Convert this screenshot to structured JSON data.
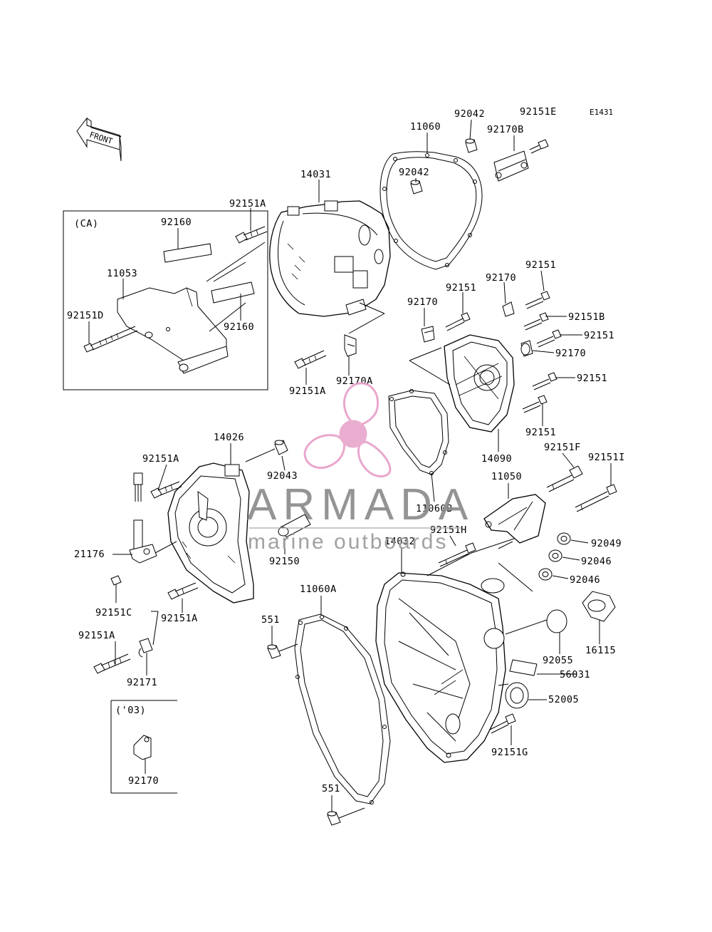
{
  "diagram": {
    "code": "E1431",
    "front_indicator": "FRONT",
    "callout_boxes": [
      {
        "label": "(CA)"
      },
      {
        "label": "('03)"
      }
    ],
    "part_labels": [
      "92042",
      "92151E",
      "11060",
      "92170B",
      "92042",
      "14031",
      "92151A",
      "92160",
      "11053",
      "92151D",
      "92160",
      "92151A",
      "92170A",
      "92151",
      "92170",
      "92151",
      "92170",
      "92151B",
      "92151",
      "92170",
      "92151",
      "92151",
      "14090",
      "14026",
      "92151A",
      "92043",
      "11060B",
      "92151F",
      "92151I",
      "11050",
      "21176",
      "92150",
      "92151H",
      "14032",
      "92049",
      "92046",
      "92046",
      "92151C",
      "92151A",
      "11060A",
      "551",
      "92055",
      "16115",
      "92151A",
      "56031",
      "92171",
      "52005",
      "92151G",
      "92170",
      "551"
    ]
  },
  "watermark": {
    "brand": "ARMADA",
    "tagline": "marine outboards",
    "logo_color": "#e8a0c8",
    "logo_center_color": "#e8a7cc",
    "text_color": "#8c8c8c"
  }
}
